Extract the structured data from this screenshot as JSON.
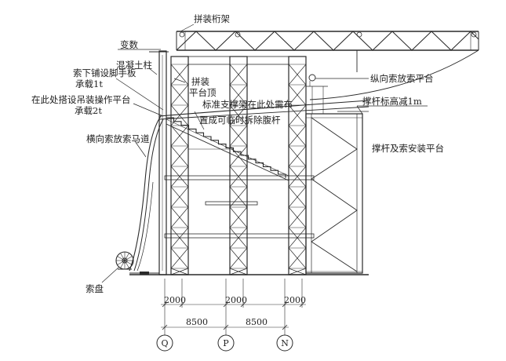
{
  "labels": {
    "truss": "拼装桁架",
    "variable_section": "变数",
    "concrete_column": "混凝土柱",
    "assembly_top_1": "拼装",
    "assembly_top_2": "平台顶",
    "cable_walkway_1": "索下铺设脚手板",
    "cable_walkway_2": "承载1t",
    "hoist_platform_1": "在此处搭设吊装操作平台",
    "hoist_platform_2": "承载2t",
    "longitudinal_cable_platform": "纵向索放索平台",
    "standard_support_1": "标准支撑架在此处需布",
    "standard_support_2": "置成可临时拆除腹杆",
    "strut_lower": "撑杆标高减1m",
    "transverse_runway": "横向索放索马道",
    "strut_install_platform": "撑杆及索安装平台",
    "cable_reel": "索盘"
  },
  "dimensions": {
    "bay_widths": [
      "2000",
      "2000",
      "2000"
    ],
    "spans": [
      "8500",
      "8500"
    ]
  },
  "axes": [
    "Q",
    "P",
    "N"
  ],
  "colors": {
    "line": "#2a2a2a",
    "text": "#222222",
    "background": "#ffffff"
  }
}
